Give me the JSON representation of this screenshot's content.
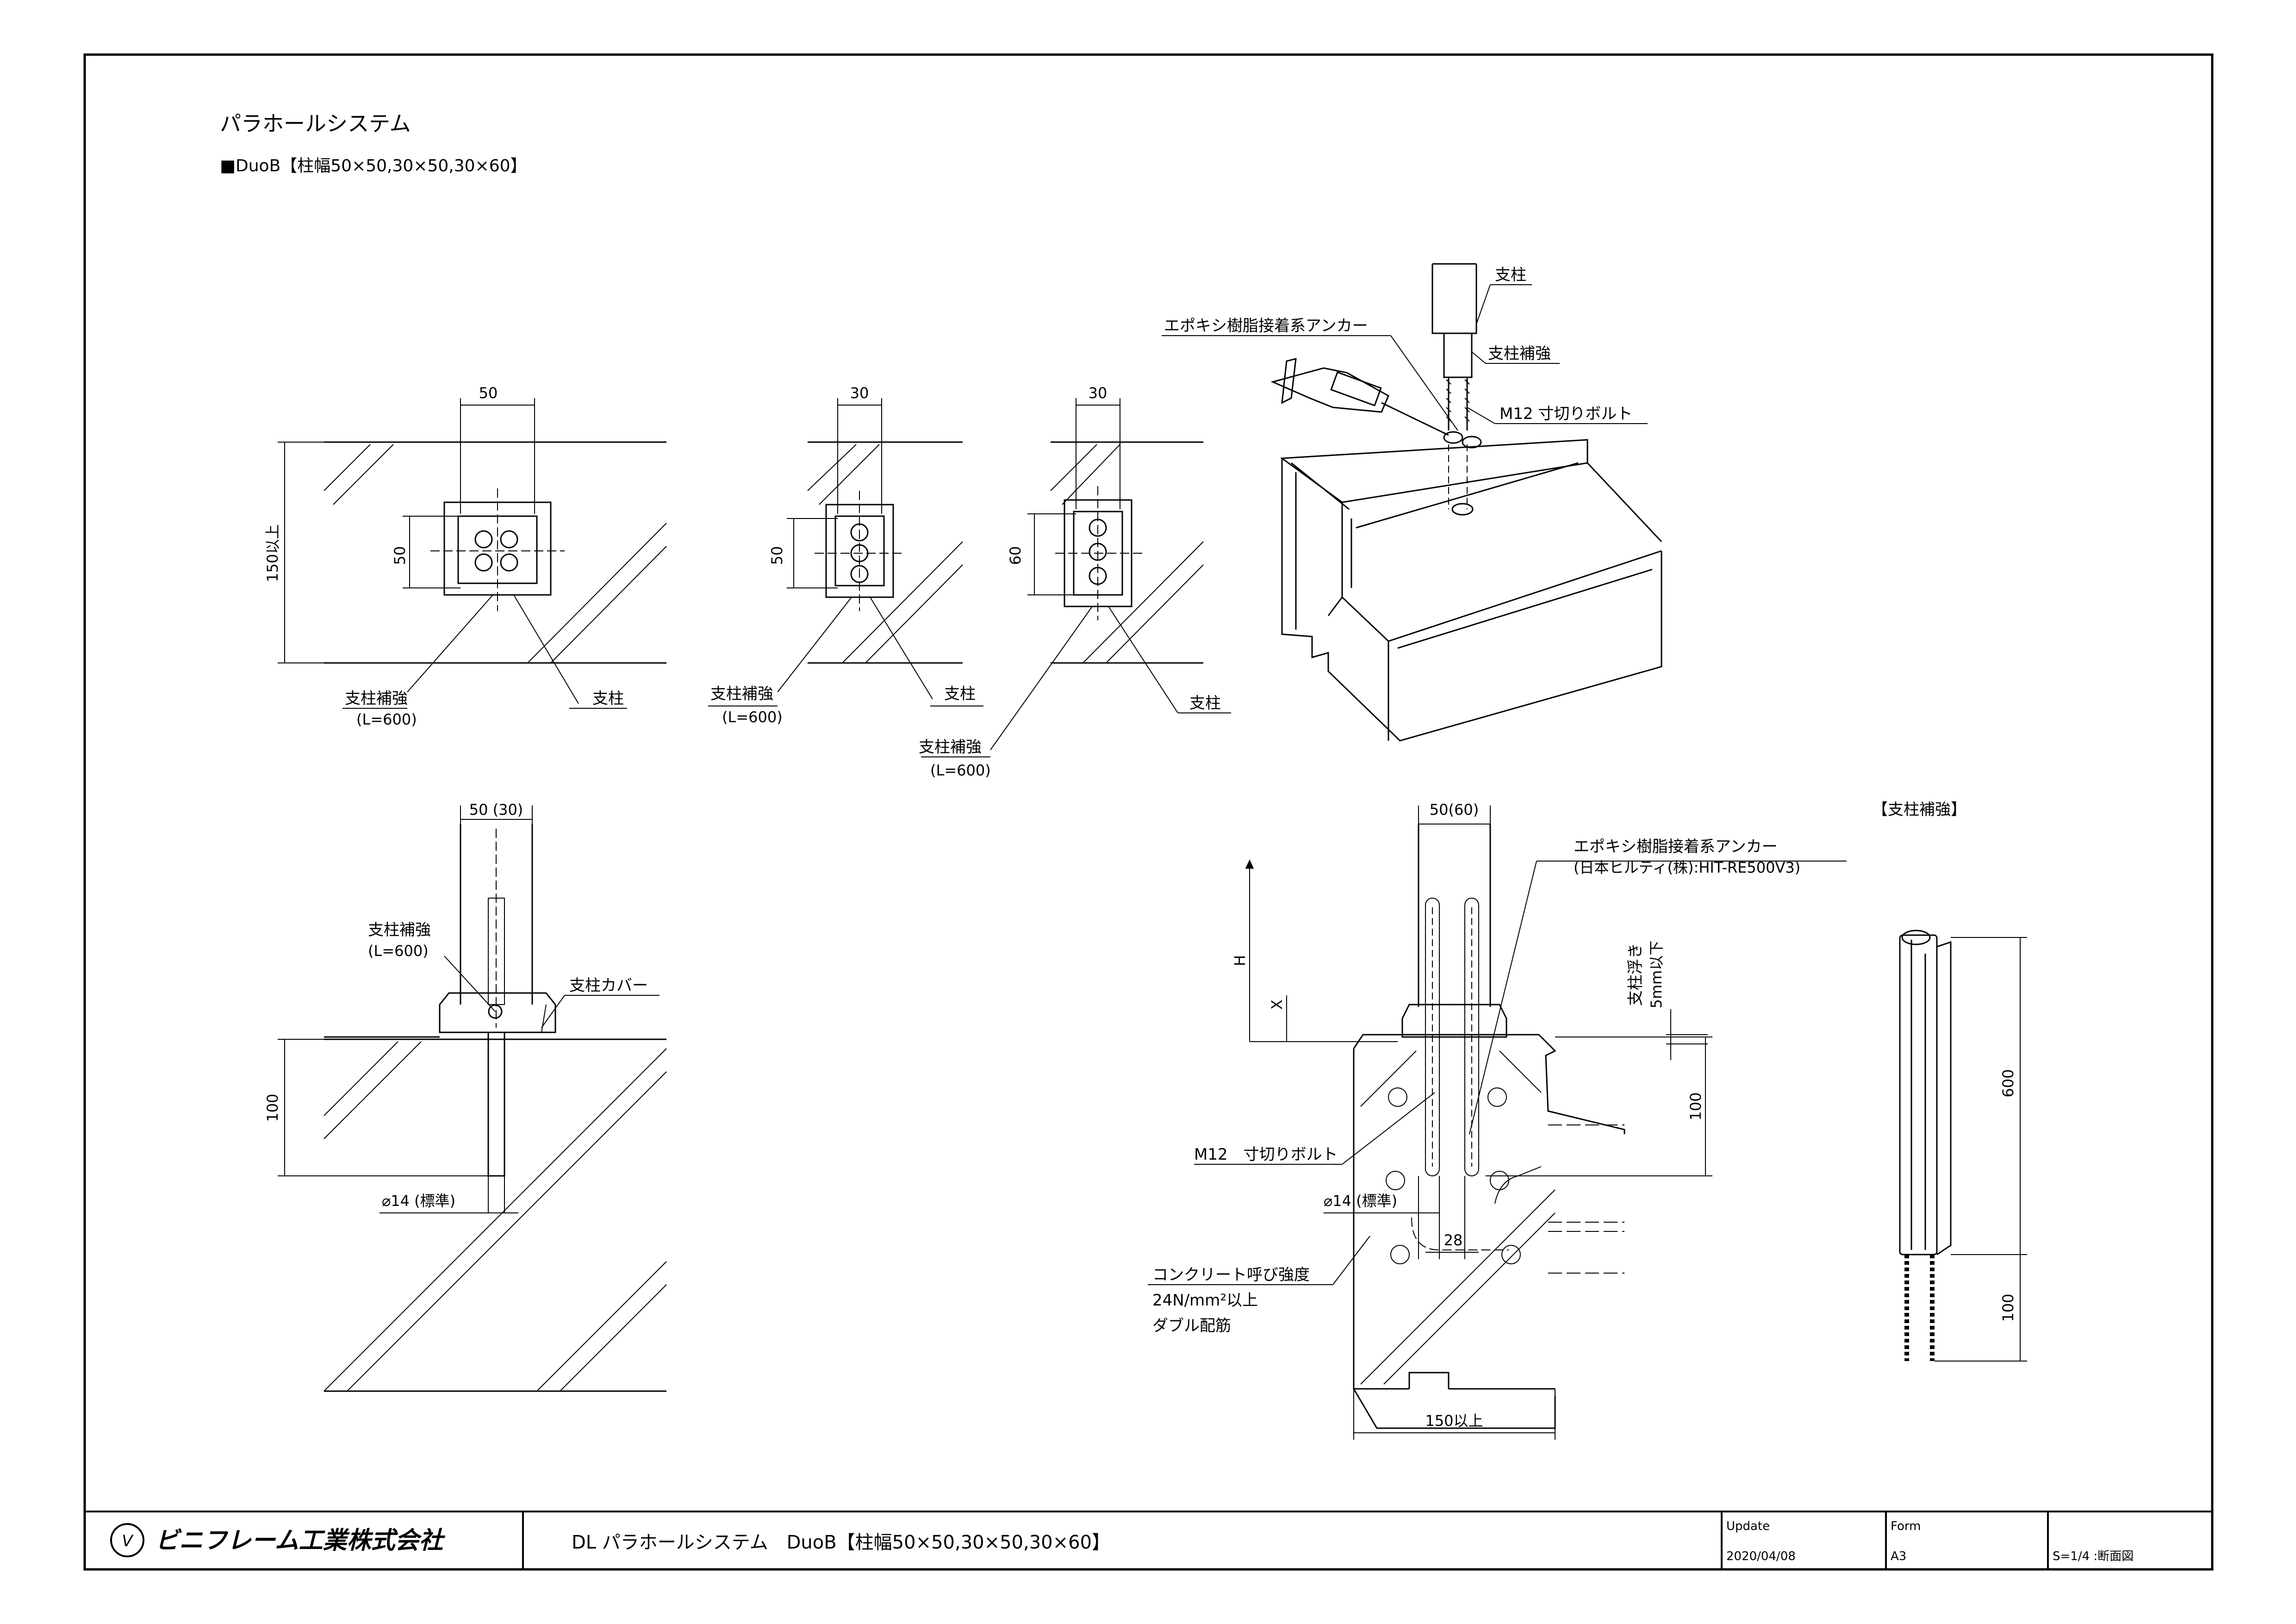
{
  "header": {
    "title": "パラホールシステム",
    "subtitle": "■DuoB【柱幅50×50,30×50,30×60】"
  },
  "plan_views": {
    "v1": {
      "width": "50",
      "height": "50",
      "slab": "150以上",
      "label_reinforce": "支柱補強",
      "label_reinforce_len": "(L=600)",
      "label_post": "支柱"
    },
    "v2": {
      "width": "30",
      "height": "50",
      "label_reinforce": "支柱補強",
      "label_reinforce_len": "(L=600)",
      "label_post": "支柱"
    },
    "v3": {
      "width": "30",
      "height": "60",
      "label_reinforce": "支柱補強",
      "label_reinforce_len": "(L=600)",
      "label_post": "支柱"
    }
  },
  "iso_view": {
    "post": "支柱",
    "anchor": "エポキシ樹脂接着系アンカー",
    "reinforce": "支柱補強",
    "bolt": "M12 寸切りボルト"
  },
  "section_left": {
    "width": "50 (30)",
    "reinforce": "支柱補強",
    "reinforce_len": "(L=600)",
    "cover": "支柱カバー",
    "depth": "100",
    "hole": "⌀14 (標準)"
  },
  "section_right": {
    "width": "50(60)",
    "anchor": "エポキシ樹脂接着系アンカー",
    "anchor_spec": "(日本ヒルティ(株):HIT-RE500V3)",
    "h": "H",
    "x": "X",
    "float_1": "支柱浮き",
    "float_2": "5mm以下",
    "depth": "100",
    "bolt": "M12　寸切りボルト",
    "hole": "⌀14 (標準)",
    "spacing": "28",
    "concrete_1": "コンクリート呼び強度",
    "concrete_2": "24N/mm²以上",
    "concrete_3": "ダブル配筋",
    "slab": "150以上"
  },
  "reinforce_detail": {
    "title": "【支柱補強】",
    "length": "600",
    "bolt_len": "100"
  },
  "title_block": {
    "company": "ビニフレーム工業株式会社",
    "drawing_title": "DL パラホールシステム　DuoB【柱幅50×50,30×50,30×60】",
    "update_label": "Update",
    "update_value": "2020/04/08",
    "form_label": "Form",
    "form_value": "A3",
    "scale": "S=1/4 :断面図"
  }
}
